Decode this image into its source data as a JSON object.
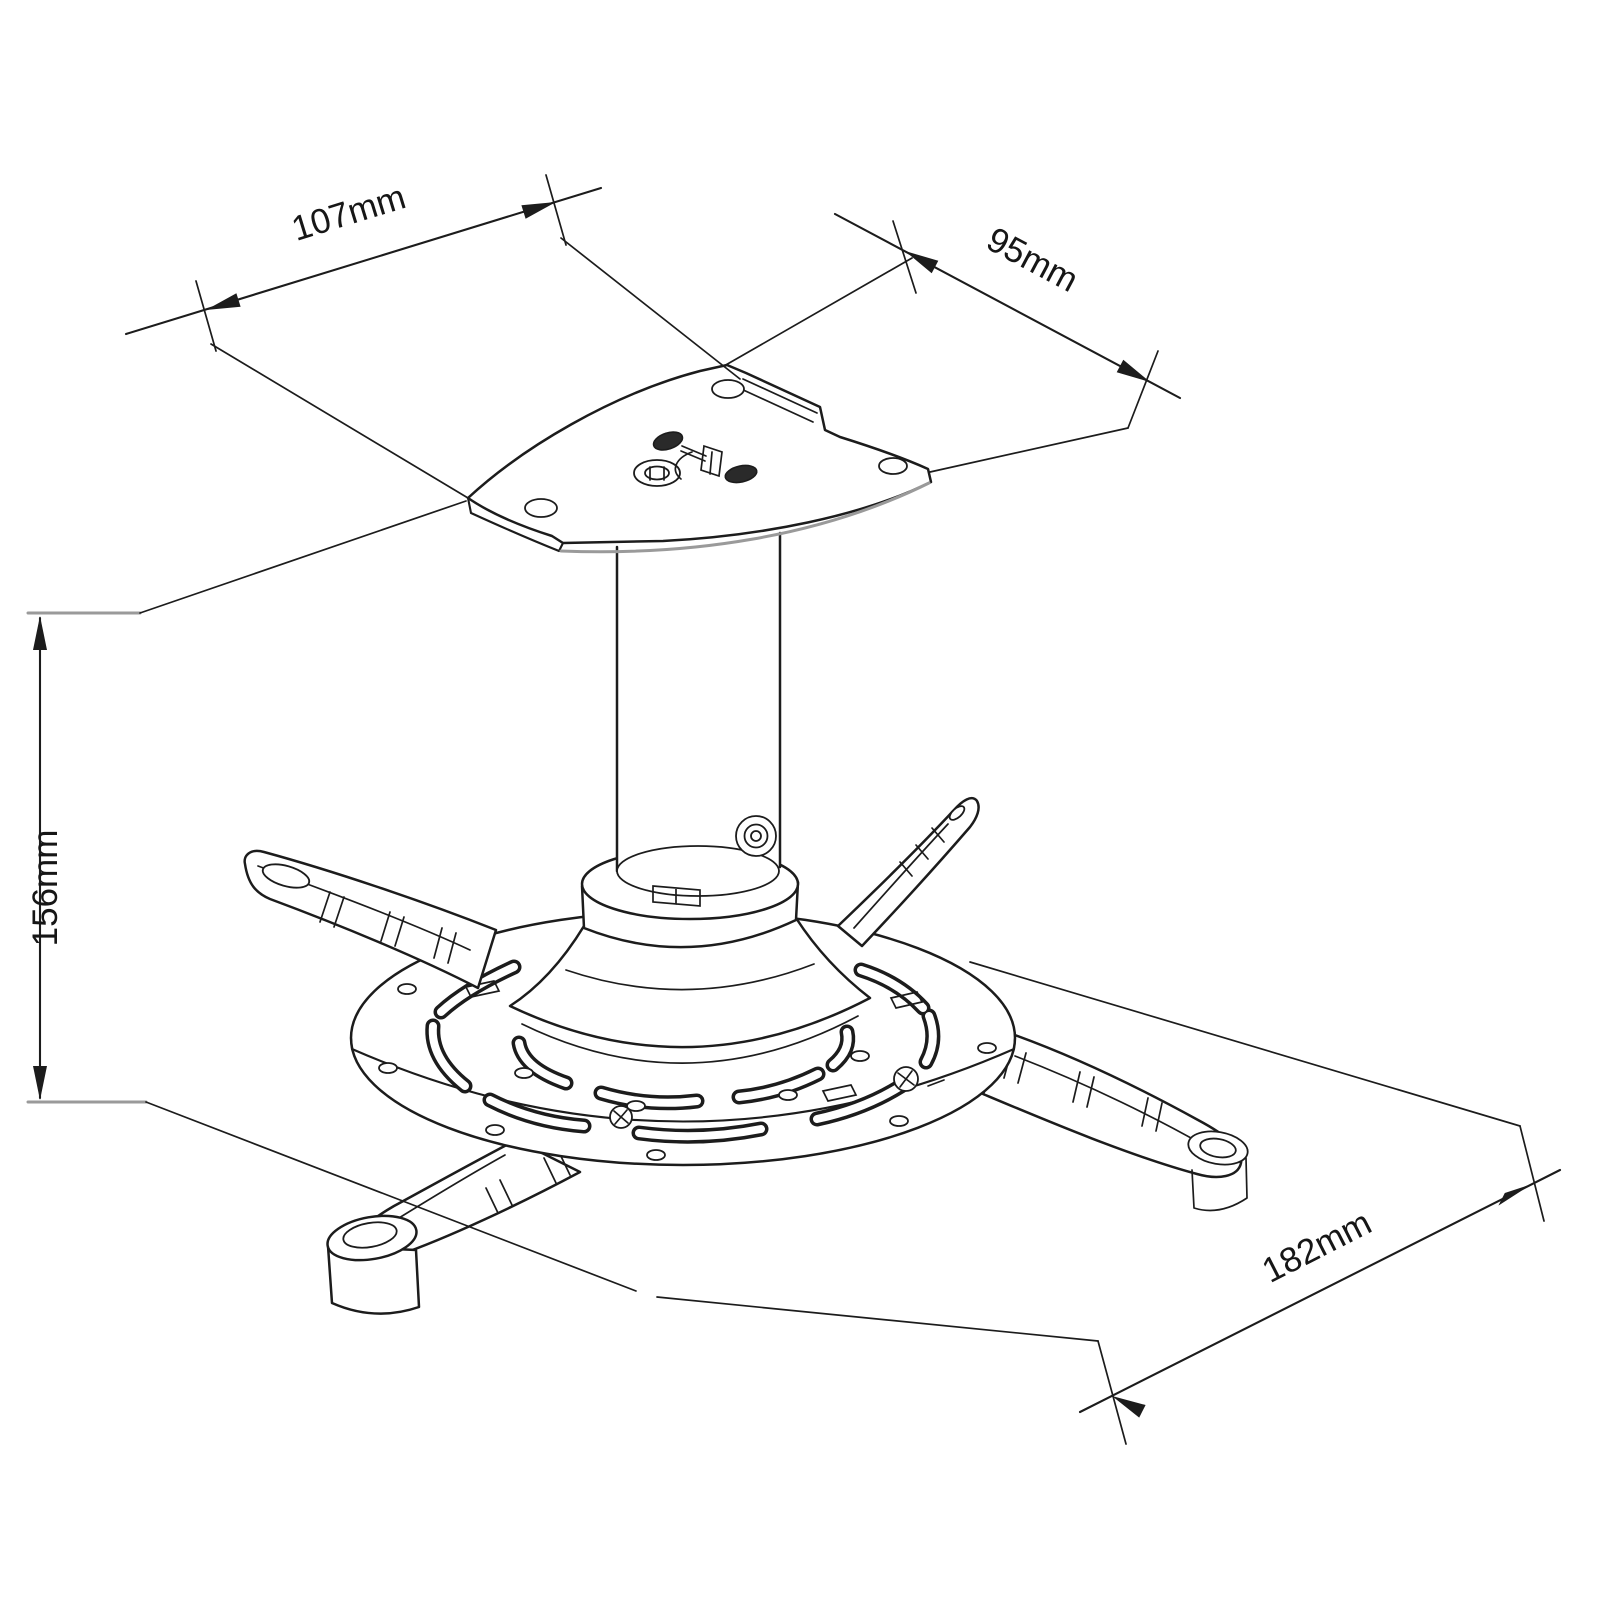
{
  "drawing": {
    "background_color": "#ffffff",
    "line_color": "#1c1c1c",
    "tick_color": "#9a9a9a",
    "dimensions": {
      "plate_width": {
        "label": "107mm",
        "value": 107,
        "unit": "mm"
      },
      "plate_depth": {
        "label": "95mm",
        "value": 95,
        "unit": "mm"
      },
      "overall_height": {
        "label": "156mm",
        "value": 156,
        "unit": "mm"
      },
      "base_span": {
        "label": "182mm",
        "value": 182,
        "unit": "mm"
      }
    }
  }
}
